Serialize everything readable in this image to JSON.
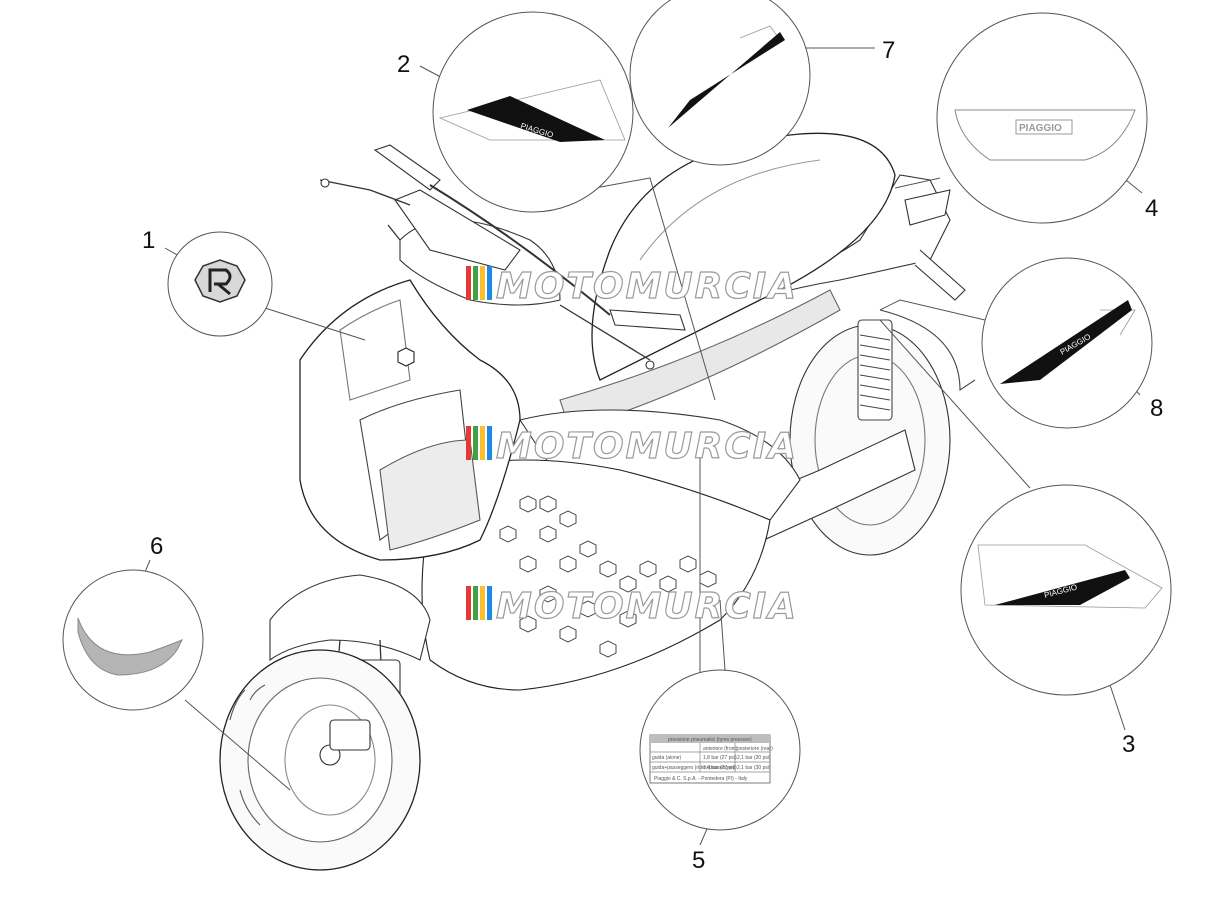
{
  "callouts": [
    {
      "id": "1",
      "label": "1"
    },
    {
      "id": "2",
      "label": "2"
    },
    {
      "id": "3",
      "label": "3"
    },
    {
      "id": "4",
      "label": "4"
    },
    {
      "id": "5",
      "label": "5"
    },
    {
      "id": "6",
      "label": "6"
    },
    {
      "id": "7",
      "label": "7"
    },
    {
      "id": "8",
      "label": "8"
    }
  ],
  "watermark": {
    "text": "MOTOMURCIA",
    "colors": [
      "#e53935",
      "#43a047",
      "#fbc02d",
      "#1e88e5"
    ]
  },
  "decals": {
    "brand": "PIAGGIO",
    "brand_small": "PIAGGIO",
    "tyre_label": {
      "title": "pressione pneumatici (tyres pressure)",
      "col_front": "anteriore (front)",
      "col_rear": "posteriore (rear)",
      "row1_label": "guida (alone)",
      "row1_front": "1,8 bar (27 psi)",
      "row1_rear": "2,1 bar (30 psi)",
      "row2_label": "guida+passeggero (rider+passenger)",
      "row2_front": "1,8 bar (27 psi)",
      "row2_rear": "2,1 bar (30 psi)",
      "footer": "Piaggio & C. S.p.A. - Pontedera (PI) - Italy"
    }
  }
}
